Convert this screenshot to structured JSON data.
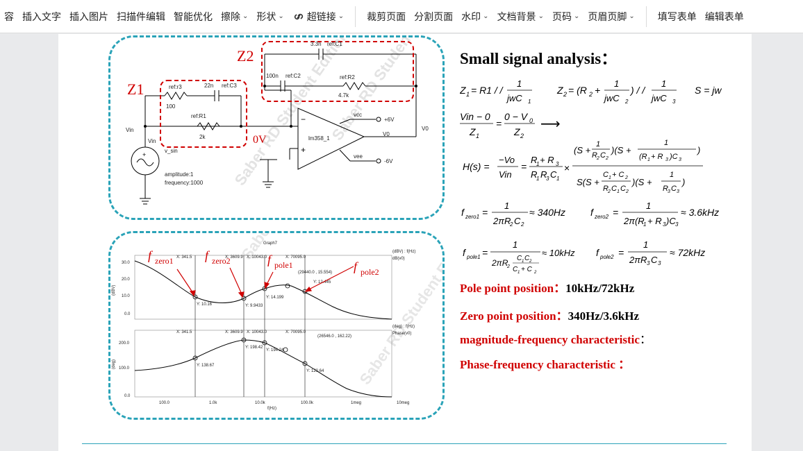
{
  "toolbar": {
    "items": [
      {
        "label": "容",
        "caret": false
      },
      {
        "label": "插入文字",
        "caret": false
      },
      {
        "label": "插入图片",
        "caret": false
      },
      {
        "label": "扫描件编辑",
        "caret": false
      },
      {
        "label": "智能优化",
        "caret": false
      },
      {
        "label": "擦除",
        "caret": true
      },
      {
        "label": "形状",
        "caret": true
      },
      {
        "label": "超链接",
        "caret": true
      },
      {
        "label": "裁剪页面",
        "caret": false
      },
      {
        "label": "分割页面",
        "caret": false
      },
      {
        "label": "水印",
        "caret": true
      },
      {
        "label": "文档背景",
        "caret": true
      },
      {
        "label": "页码",
        "caret": true
      },
      {
        "label": "页眉页脚",
        "caret": true
      },
      {
        "label": "填写表单",
        "caret": false
      },
      {
        "label": "编辑表单",
        "caret": false
      }
    ],
    "caret_glyph": "⌄",
    "link_icon": "link-icon"
  },
  "circuit": {
    "z1_label": "Z1",
    "z2_label": "Z2",
    "zero_v_label": "0V",
    "vin_label": "Vin",
    "vin_src_label": "Vin",
    "vsin_label": "v_sin",
    "amplitude": "amplitude:1",
    "frequency": "frequency:1000",
    "r3_ref": "ref:r3",
    "r3_val": "100",
    "c3_val": "22n",
    "c3_ref": "ref:C3",
    "r1_ref": "ref:R1",
    "r1_val": "2k",
    "c1_val": "3.3n",
    "c1_ref": "ref:C1",
    "c2_val": "100n",
    "c2_ref": "ref:C2",
    "r2_ref": "ref:R2",
    "r2_val": "4.7k",
    "opamp_label": "lm358_1",
    "vcc_label": "vcc",
    "vee_label": "vee",
    "pos_supply": "+6V",
    "neg_supply": "-6V",
    "v0_label": "V0",
    "v0_out_label": "V0",
    "plus_sign": "+",
    "minus_sign": "−",
    "watermark": "Saber RD Student Edition"
  },
  "plot": {
    "graph_title": "Graph7",
    "mag_unit_top": "(dBV) : f(Hz)",
    "mag_trace": "dB(v0)",
    "mag_ylabel": "(dBV)",
    "phase_unit_top": "(deg) : f(Hz)",
    "phase_trace": "Phase(v0)",
    "phase_ylabel": "(deg)",
    "xlabel": "f(Hz)",
    "mag_yticks": [
      "30.0",
      "20.0",
      "10.0",
      "0.0"
    ],
    "phase_yticks": [
      "200.0",
      "100.0",
      "0.0"
    ],
    "xticks": [
      "100.0",
      "1.0k",
      "10.0k",
      "100.0k",
      "1meg",
      "10meg"
    ],
    "fzero1_label": "f",
    "fzero1_sub": "zero1",
    "fzero2_label": "f",
    "fzero2_sub": "zero2",
    "fpole1_label": "f",
    "fpole1_sub": "pole1",
    "fpole2_label": "f",
    "fpole2_sub": "pole2",
    "markers_mag": [
      {
        "x": "X: 341.5",
        "y": "Y: 10.16"
      },
      {
        "x": "X: 3609.9",
        "y": "Y: 9.9433"
      },
      {
        "x": "X: 10043.0",
        "y": "Y: 14.199"
      },
      {
        "x": "X: 70095.0",
        "y": "Y: 12.445"
      }
    ],
    "mag_peak_label": "(29440.0 , 15.554)",
    "markers_phase": [
      {
        "x": "X: 341.5",
        "y": "Y: 138.67"
      },
      {
        "x": "X: 3609.9",
        "y": "Y: 198.42"
      },
      {
        "x": "X: 10043.0",
        "y": "Y: 194.24"
      },
      {
        "x": "X: 70095.0",
        "y": "Y: 120.64"
      }
    ],
    "phase_peak_label": "(26546.0 , 162.22)"
  },
  "analysis": {
    "heading": "Small signal analysis：",
    "pole_label": "Pole  point  position：",
    "pole_value": "10kHz/72kHz",
    "zero_label": "Zero point  position：",
    "zero_value": "340Hz/3.6kHz",
    "mag_freq_label": "magnitude-frequency characteristic",
    "mag_freq_suffix": "：",
    "phase_freq_label": "Phase-frequency characteristic ：",
    "f1": {
      "lhs": "Z",
      "sub": "1",
      "rhs": "= R1 / /",
      "num": "1",
      "den": "jwC",
      "den_sub": "1"
    },
    "f2": {
      "lhs": "Z",
      "sub": "2",
      "eq": "= (R",
      "sub2": "2",
      "plus": "+",
      "num": "1",
      "den": "jwC",
      "den_sub": "2",
      "mid": ") / /",
      "num2": "1",
      "den2": "jwC",
      "den2_sub": "3"
    },
    "f3": "S = jw",
    "f4": {
      "n1": "Vin − 0",
      "d1": "Z",
      "d1s": "1",
      "eq": "=",
      "n2": "0 − V",
      "n2s": "0",
      "d2": "Z",
      "d2s": "2",
      "arrow": "⟶"
    },
    "f5": {
      "lhs": "H(s) =",
      "n1": "−Vo",
      "d1": "Vin",
      "eq": "=",
      "n2": "R",
      "n2s1": "1",
      "n2p": " + R",
      "n2s2": "3",
      "d2": "R",
      "d2s1": "1",
      "d2m": "R",
      "d2s2": "3",
      "d2c": "C",
      "d2s3": "1",
      "times": "×"
    },
    "f5b": {
      "n_a": "(S +",
      "n_b": "1",
      "n_c": "R",
      "n_cs": "2",
      "n_d": "C",
      "n_ds": "2",
      "n_e": ")(S +",
      "n_f": "1",
      "n_g": "(R",
      "n_gs": "1",
      "n_h": " + R",
      "n_hs": "3",
      "n_i": ")C",
      "n_is": "3",
      "n_j": ")",
      "d_a": "S(S +",
      "d_b": "C",
      "d_bs": "1",
      "d_c": " + C",
      "d_cs": "2",
      "d_d": "R",
      "d_ds": "2",
      "d_e": "C",
      "d_es": "1",
      "d_f": "C",
      "d_fs": "2",
      "d_g": ")(S +",
      "d_h": "1",
      "d_i": "R",
      "d_is": "3",
      "d_j": "C",
      "d_js": "3",
      "d_k": ")"
    },
    "f6": {
      "f": "f",
      "sub": "zero1",
      "eq": "=",
      "num": "1",
      "den": "2πR",
      "den_s1": "2",
      "den_c": "C",
      "den_s2": "2",
      "approx": "≈ 340Hz"
    },
    "f7": {
      "f": "f",
      "sub": "zero2",
      "eq": "=",
      "num": "1",
      "den": "2π(R",
      "den_s1": "1",
      "den_p": " + R",
      "den_s2": "3",
      "den_c": ")C",
      "den_s3": "3",
      "approx": "≈ 3.6kHz"
    },
    "f8": {
      "f": "f",
      "sub": "pole1",
      "eq": "=",
      "num": "1",
      "den": "2πR",
      "den_s1": "2",
      "inner_n": "C",
      "inner_ns1": "1",
      "inner_n2": "C",
      "inner_ns2": "2",
      "inner_d": "C",
      "inner_ds1": "1",
      "inner_dp": " + C",
      "inner_ds2": "2",
      "approx": "≈ 10kHz"
    },
    "f9": {
      "f": "f",
      "sub": "pole2",
      "eq": "=",
      "num": "1",
      "den": "2πR",
      "den_s1": "3",
      "den_c": "C",
      "den_s2": "3",
      "approx": "≈ 72kHz"
    }
  }
}
